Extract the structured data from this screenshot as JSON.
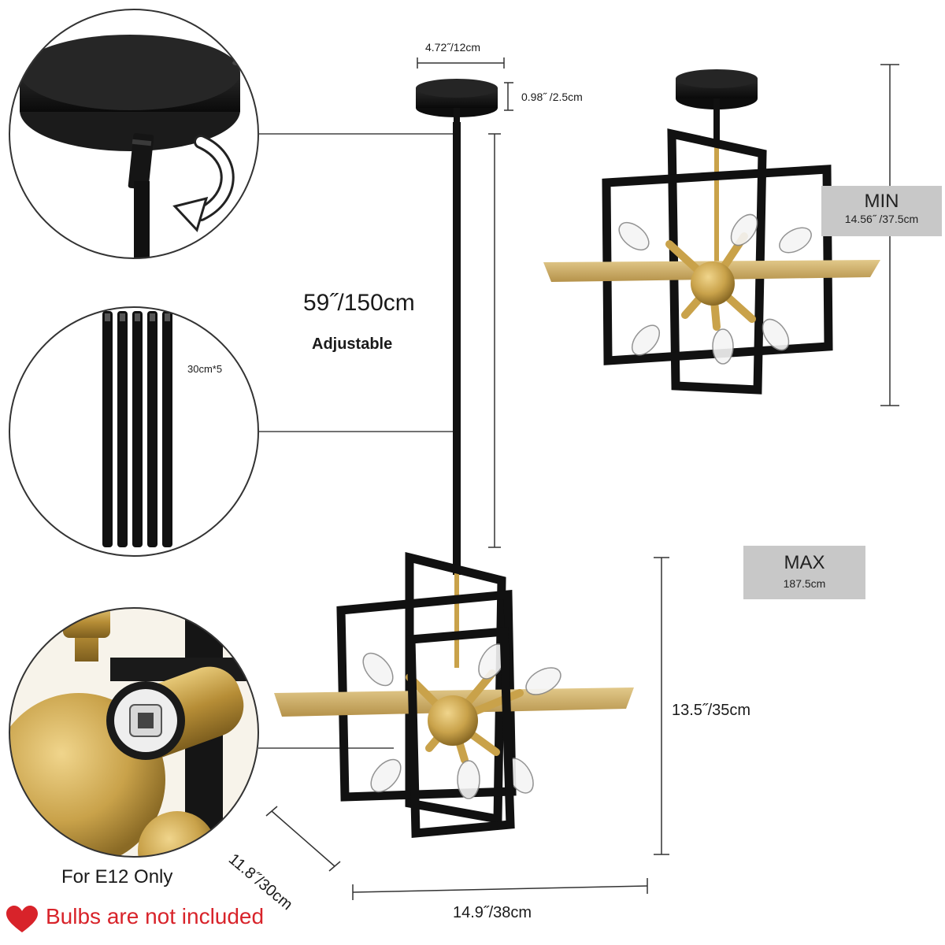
{
  "dimensions": {
    "canopy_width": "4.72˝/12cm",
    "canopy_height": "0.98˝  /2.5cm",
    "rod_length": "59˝/150cm",
    "rod_note": "Adjustable",
    "rod_segments": "30cm*5",
    "fixture_height": "13.5˝/35cm",
    "fixture_depth": "11.8˝/30cm",
    "fixture_width": "14.9˝/38cm"
  },
  "min_tag": {
    "title": "MIN",
    "value": "14.56˝  /37.5cm"
  },
  "max_tag": {
    "title": "MAX",
    "value": "187.5cm"
  },
  "notes": {
    "socket": "For E12 Only",
    "bulbs": "Bulbs are not included"
  },
  "colors": {
    "frame_black": "#111111",
    "gold": "#c9a24a",
    "gray_tag": "#c8c8c8",
    "heart_red": "#d8232a",
    "bulbs_text_red": "#d8232a"
  },
  "icons": [
    "rotate-arrow-icon",
    "heart-icon"
  ]
}
